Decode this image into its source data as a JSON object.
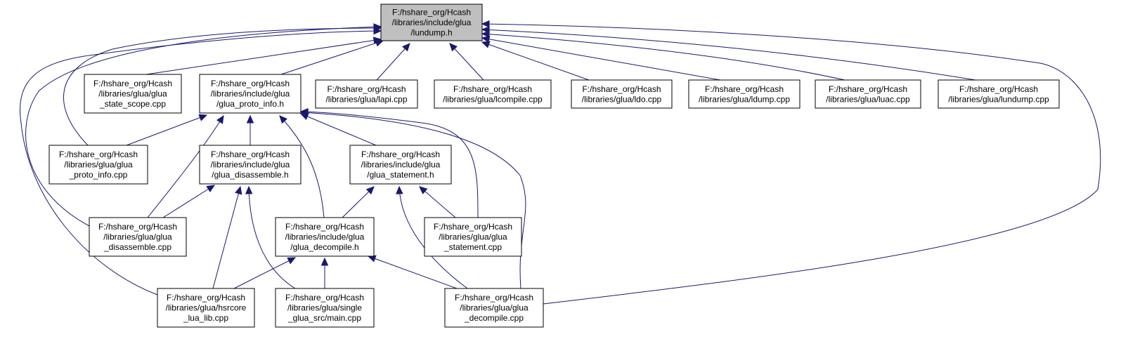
{
  "graph": {
    "edge_color": "#191970",
    "highlight_fill": "#bfbfbf",
    "nodes": [
      {
        "id": "n0",
        "label": [
          "F:/hshare_org/Hcash",
          "/libraries/include/glua",
          "/lundump.h"
        ],
        "highlight": true
      },
      {
        "id": "n1",
        "label": [
          "F:/hshare_org/Hcash",
          "/libraries/glua/glua",
          "_state_scope.cpp"
        ]
      },
      {
        "id": "n2",
        "label": [
          "F:/hshare_org/Hcash",
          "/libraries/include/glua",
          "/glua_proto_info.h"
        ]
      },
      {
        "id": "n3",
        "label": [
          "F:/hshare_org/Hcash",
          "/libraries/glua/lapi.cpp"
        ]
      },
      {
        "id": "n4",
        "label": [
          "F:/hshare_org/Hcash",
          "/libraries/glua/lcompile.cpp"
        ]
      },
      {
        "id": "n5",
        "label": [
          "F:/hshare_org/Hcash",
          "/libraries/glua/ldo.cpp"
        ]
      },
      {
        "id": "n6",
        "label": [
          "F:/hshare_org/Hcash",
          "/libraries/glua/ldump.cpp"
        ]
      },
      {
        "id": "n7",
        "label": [
          "F:/hshare_org/Hcash",
          "/libraries/glua/luac.cpp"
        ]
      },
      {
        "id": "n8",
        "label": [
          "F:/hshare_org/Hcash",
          "/libraries/glua/lundump.cpp"
        ]
      },
      {
        "id": "n9",
        "label": [
          "F:/hshare_org/Hcash",
          "/libraries/glua/glua",
          "_proto_info.cpp"
        ]
      },
      {
        "id": "n10",
        "label": [
          "F:/hshare_org/Hcash",
          "/libraries/include/glua",
          "/glua_disassemble.h"
        ]
      },
      {
        "id": "n11",
        "label": [
          "F:/hshare_org/Hcash",
          "/libraries/include/glua",
          "/glua_statement.h"
        ]
      },
      {
        "id": "n12",
        "label": [
          "F:/hshare_org/Hcash",
          "/libraries/glua/glua",
          "_disassemble.cpp"
        ]
      },
      {
        "id": "n13",
        "label": [
          "F:/hshare_org/Hcash",
          "/libraries/include/glua",
          "/glua_decompile.h"
        ]
      },
      {
        "id": "n14",
        "label": [
          "F:/hshare_org/Hcash",
          "/libraries/glua/glua",
          "_statement.cpp"
        ]
      },
      {
        "id": "n15",
        "label": [
          "F:/hshare_org/Hcash",
          "/libraries/glua/hsrcore",
          "_lua_lib.cpp"
        ]
      },
      {
        "id": "n16",
        "label": [
          "F:/hshare_org/Hcash",
          "/libraries/glua/single",
          "_glua_src/main.cpp"
        ]
      },
      {
        "id": "n17",
        "label": [
          "F:/hshare_org/Hcash",
          "/libraries/glua/glua",
          "_decompile.cpp"
        ]
      }
    ],
    "edges": [
      {
        "from": "n1",
        "to": "n0"
      },
      {
        "from": "n2",
        "to": "n0"
      },
      {
        "from": "n3",
        "to": "n0"
      },
      {
        "from": "n4",
        "to": "n0"
      },
      {
        "from": "n5",
        "to": "n0"
      },
      {
        "from": "n6",
        "to": "n0"
      },
      {
        "from": "n7",
        "to": "n0"
      },
      {
        "from": "n8",
        "to": "n0"
      },
      {
        "from": "n9",
        "to": "n0"
      },
      {
        "from": "n12",
        "to": "n0"
      },
      {
        "from": "n15",
        "to": "n0"
      },
      {
        "from": "n17",
        "to": "n0"
      },
      {
        "from": "n9",
        "to": "n2"
      },
      {
        "from": "n10",
        "to": "n2"
      },
      {
        "from": "n11",
        "to": "n2"
      },
      {
        "from": "n12",
        "to": "n2"
      },
      {
        "from": "n13",
        "to": "n2"
      },
      {
        "from": "n14",
        "to": "n2"
      },
      {
        "from": "n17",
        "to": "n2"
      },
      {
        "from": "n12",
        "to": "n10"
      },
      {
        "from": "n15",
        "to": "n10"
      },
      {
        "from": "n16",
        "to": "n10"
      },
      {
        "from": "n13",
        "to": "n11"
      },
      {
        "from": "n14",
        "to": "n11"
      },
      {
        "from": "n17",
        "to": "n11"
      },
      {
        "from": "n15",
        "to": "n13"
      },
      {
        "from": "n16",
        "to": "n13"
      },
      {
        "from": "n17",
        "to": "n13"
      }
    ]
  }
}
